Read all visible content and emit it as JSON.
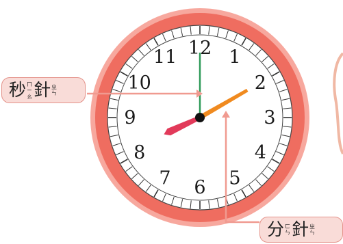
{
  "clock": {
    "numerals": [
      "12",
      "1",
      "2",
      "3",
      "4",
      "5",
      "6",
      "7",
      "8",
      "9",
      "10",
      "11"
    ],
    "time_hour": 8,
    "time_minute": 10,
    "time_second": 0,
    "colors": {
      "rim": "#ef6d60",
      "rim_outer": "#f7a89e",
      "face": "#ffffff",
      "second_hand": "#2e9a58",
      "minute_hand": "#f08a1f",
      "hour_hand": "#e23a5a",
      "center": "#111111",
      "label_bg": "#f9dcd8",
      "label_border": "#e4928a"
    }
  },
  "labels": {
    "second_hand": {
      "char1": "秒",
      "char1_zhuyin": [
        "ㄇ",
        "ㄧ",
        "ㄠ"
      ],
      "char2": "針",
      "char2_zhuyin": [
        "ㄓ",
        "ㄣ"
      ]
    },
    "minute_hand": {
      "char1": "分",
      "char1_zhuyin": [
        "ㄈ",
        "ㄣ"
      ],
      "char2": "針",
      "char2_zhuyin": [
        "ㄓ",
        "ㄣ"
      ]
    }
  }
}
